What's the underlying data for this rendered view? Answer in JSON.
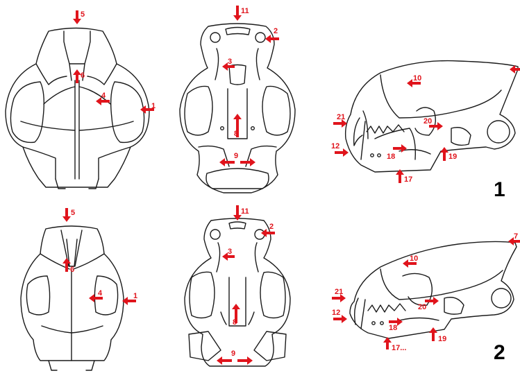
{
  "panel_numbers": [
    "1",
    "2"
  ],
  "panel1": {
    "dorsal": {
      "labels": [
        "5",
        "6",
        "4",
        "1"
      ]
    },
    "ventral": {
      "labels": [
        "11",
        "2",
        "3",
        "8",
        "9"
      ]
    },
    "lateral": {
      "labels": [
        "10",
        "21",
        "20",
        "12",
        "18",
        "19",
        "17"
      ]
    }
  },
  "panel2": {
    "dorsal": {
      "labels": [
        "5",
        "6",
        "4",
        "1"
      ]
    },
    "ventral": {
      "labels": [
        "11",
        "2",
        "3",
        "8",
        "9"
      ]
    },
    "lateral": {
      "labels": [
        "7",
        "10",
        "21",
        "20",
        "12",
        "18",
        "19",
        "17..."
      ]
    }
  },
  "colors": {
    "arrow": "#e0141c",
    "outline": "#1a1a1a",
    "panel_number": "#000000"
  }
}
